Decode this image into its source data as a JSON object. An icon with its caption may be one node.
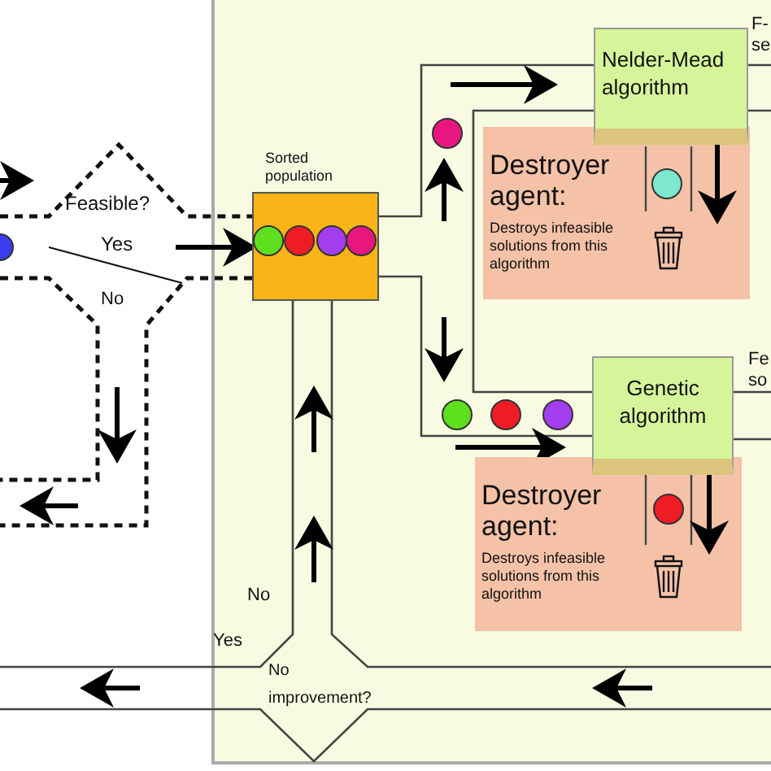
{
  "diagram": {
    "nodes": [
      {
        "text": [
          "Feasible?"
        ]
      },
      {
        "text": [
          "Sorted population"
        ]
      },
      {
        "text": [
          "Nelder-Mead algorithm"
        ],
        "beside": [
          "F-",
          "se"
        ]
      },
      {
        "text": [
          "Destroyer agent:",
          "Destroys infeasible solutions from this algorithm"
        ]
      },
      {
        "text": [
          "Genetic algorithm"
        ],
        "beside": [
          "Fe",
          "so"
        ]
      },
      {
        "text": [
          "Destroyer agent:",
          "Destroys infeasible solutions from this algorithm"
        ]
      },
      {
        "text": [
          "No improvement?"
        ]
      }
    ],
    "edges": [
      {
        "from": 0,
        "to": 1,
        "arrow": "to",
        "label": "Yes"
      },
      {
        "from": 2,
        "to": 3,
        "arrow": "to"
      },
      {
        "from": 4,
        "to": 5,
        "arrow": "to"
      }
    ],
    "labels": [
      "No",
      "No",
      "Yes"
    ]
  }
}
